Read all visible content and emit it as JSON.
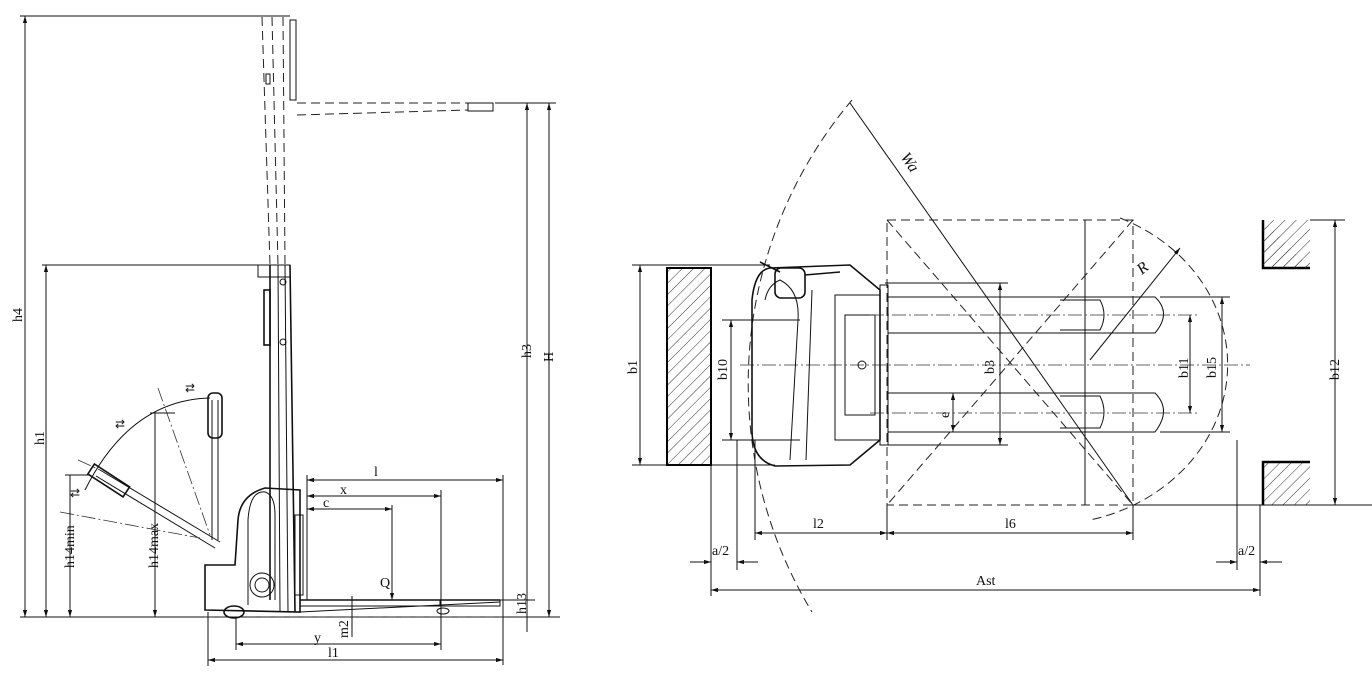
{
  "side_view": {
    "labels": {
      "h4": "h4",
      "h1": "h1",
      "h14min": "h14min",
      "h14max": "h14max",
      "h3": "h3",
      "H": "H",
      "l": "l",
      "x": "x",
      "c": "c",
      "Q": "Q",
      "y": "y",
      "l1": "l1",
      "m2": "m2",
      "h13": "h13"
    }
  },
  "top_view": {
    "labels": {
      "b1": "b1",
      "b10": "b10",
      "b3": "b3",
      "b11": "b11",
      "b15": "b15",
      "b12": "b12",
      "e": "e",
      "Wa": "Wa",
      "R": "R",
      "l2": "l2",
      "l6": "l6",
      "a2_left": "a/2",
      "a2_right": "a/2",
      "Ast": "Ast"
    }
  },
  "colors": {
    "line": "#111111",
    "background": "#ffffff"
  }
}
